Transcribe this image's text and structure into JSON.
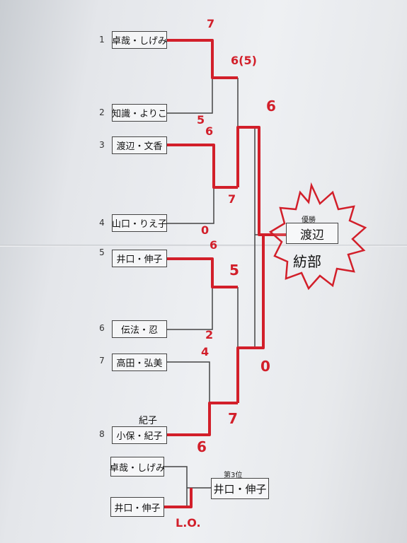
{
  "seeds": [
    {
      "num": "1",
      "name": "卓哉・しげみ"
    },
    {
      "num": "2",
      "name": "知識・よりこ"
    },
    {
      "num": "3",
      "name": "渡辺・文香"
    },
    {
      "num": "4",
      "name": "山口・りえ子"
    },
    {
      "num": "5",
      "name": "井口・伸子"
    },
    {
      "num": "6",
      "name": "伝法・忍"
    },
    {
      "num": "7",
      "name": "高田・弘美"
    },
    {
      "num": "8",
      "name": "小保・紀子"
    }
  ],
  "scores": {
    "m1_top": "7",
    "m1_bottom": "5",
    "m1_result": "6(5)",
    "m2_top": "6",
    "m2_bottom": "0",
    "m2_result": "7",
    "m3_top": "6",
    "m3_bottom": "2",
    "m3_result": "5",
    "m4_top": "4",
    "m4_bottom": "6",
    "m4_result": "7",
    "semi_top": "6",
    "semi_bottom": "0"
  },
  "annotation_above_8": "紀子",
  "winner_label": "優勝",
  "winner_name": "渡辺",
  "winner_team": "紡部",
  "third_place": {
    "label": "第3位",
    "player_a": "卓哉・しげみ",
    "player_b": "井口・伸子",
    "winner": "井口・伸子",
    "score": "L.O."
  },
  "colors": {
    "ink": "#444444",
    "red": "#d21f2a",
    "paper": "#eef0f3"
  }
}
